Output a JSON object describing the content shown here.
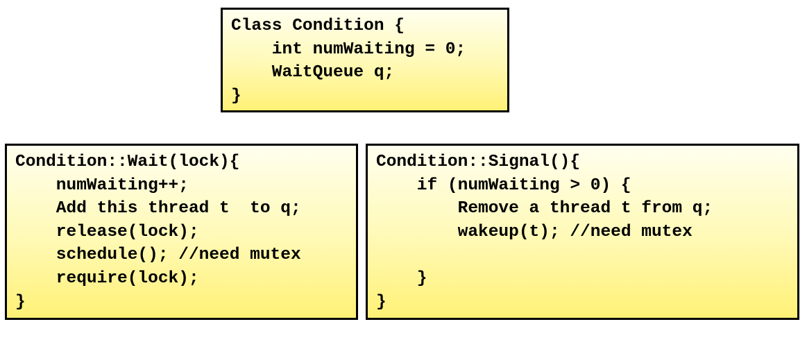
{
  "class_box": {
    "lines": [
      "Class Condition {",
      "    int numWaiting = 0;",
      "    WaitQueue q;",
      "}"
    ]
  },
  "wait_box": {
    "lines": [
      "Condition::Wait(lock){",
      "    numWaiting++;",
      "    Add this thread t  to q;",
      "    release(lock);",
      "    schedule(); //need mutex",
      "    require(lock);",
      "}"
    ]
  },
  "signal_box": {
    "lines": [
      "Condition::Signal(){",
      "    if (numWaiting > 0) {",
      "        Remove a thread t from q;",
      "        wakeup(t); //need mutex",
      "",
      "    }",
      "}"
    ]
  },
  "colors": {
    "box_border": "#000000",
    "box_fill_top": "#ffffee",
    "box_fill_bottom": "#fff176",
    "text": "#000000"
  }
}
